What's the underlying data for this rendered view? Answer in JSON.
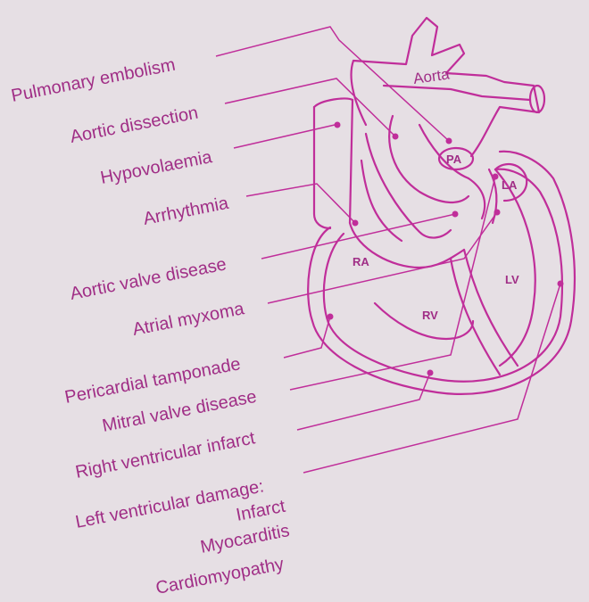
{
  "labels": {
    "pulmonary_embolism": "Pulmonary embolism",
    "aortic_dissection": "Aortic dissection",
    "hypovolaemia": "Hypovolaemia",
    "arrhythmia": "Arrhythmia",
    "aortic_valve_disease": "Aortic valve disease",
    "atrial_myxoma": "Atrial myxoma",
    "pericardial_tamponade": "Pericardial tamponade",
    "mitral_valve_disease": "Mitral valve disease",
    "right_ventricular_infarct": "Right ventricular infarct",
    "left_ventricular_damage": "Left ventricular damage:",
    "infarct": "Infarct",
    "myocarditis": "Myocarditis",
    "cardiomyopathy": "Cardiomyopathy"
  },
  "chambers": {
    "aorta": "Aorta",
    "pa": "PA",
    "la": "LA",
    "ra": "RA",
    "rv": "RV",
    "lv": "LV"
  },
  "colors": {
    "ink": "#c02e9a",
    "text": "#a02e86",
    "paper": "#e6dfe4"
  }
}
